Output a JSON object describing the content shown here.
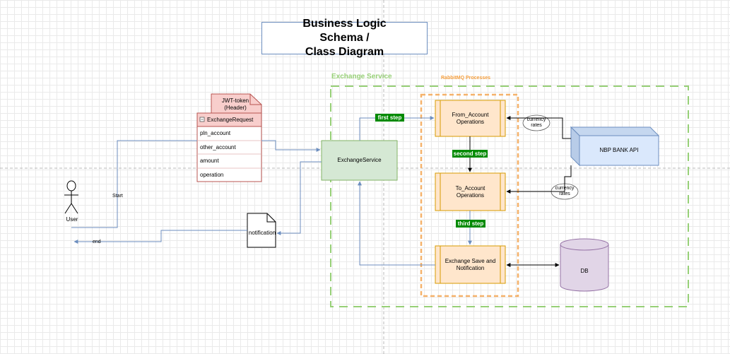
{
  "title": {
    "line1": "Business Logic Schema /",
    "line2": "Class Diagram"
  },
  "groups": {
    "exchange_service": "Exchange Service",
    "rabbitmq": "RabbitMQ Processes"
  },
  "nodes": {
    "jwt_token": "JWT-token (Header)",
    "exchange_request": {
      "title": "ExchangeRequest",
      "fields": [
        "pln_account",
        "other_account",
        "amount",
        "operation"
      ]
    },
    "exchange_service": "ExchangeService",
    "from_account": "From_Account Operations",
    "to_account": "To_Account Operations",
    "exchange_save": "Exchange Save and Notification",
    "nbp_api": "NBP BANK API",
    "db": "DB",
    "notification": "notification",
    "user": "User",
    "currency_rates_1": "currency rates",
    "currency_rates_2": "currency rates"
  },
  "steps": {
    "first": "first step",
    "second": "second step",
    "third": "third step"
  },
  "edge_labels": {
    "start": "Start",
    "end": "end"
  },
  "colors": {
    "blue_stroke": "#6c8ebf",
    "green_group": "#97d077",
    "orange_group": "#f5b26b",
    "request_fill": "#f8cecc",
    "request_stroke": "#b85450",
    "service_fill": "#d5e8d4",
    "service_stroke": "#82b366",
    "process_fill": "#ffe6cc",
    "process_stroke": "#d79b00",
    "api_fill": "#dae8fc",
    "db_fill": "#e1d5e7",
    "db_stroke": "#9673a6",
    "step_fill": "#008a00"
  }
}
